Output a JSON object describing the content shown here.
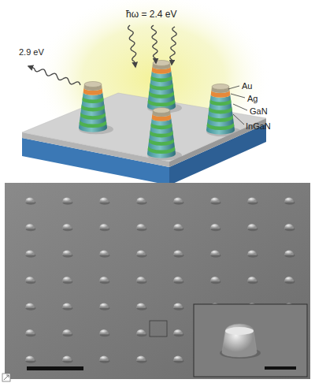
{
  "diagram": {
    "labels": [
      "ħω = 2.4 eV",
      "2.9 eV",
      "Au",
      "Ag",
      "GaN",
      "InGaN"
    ]
  }
}
